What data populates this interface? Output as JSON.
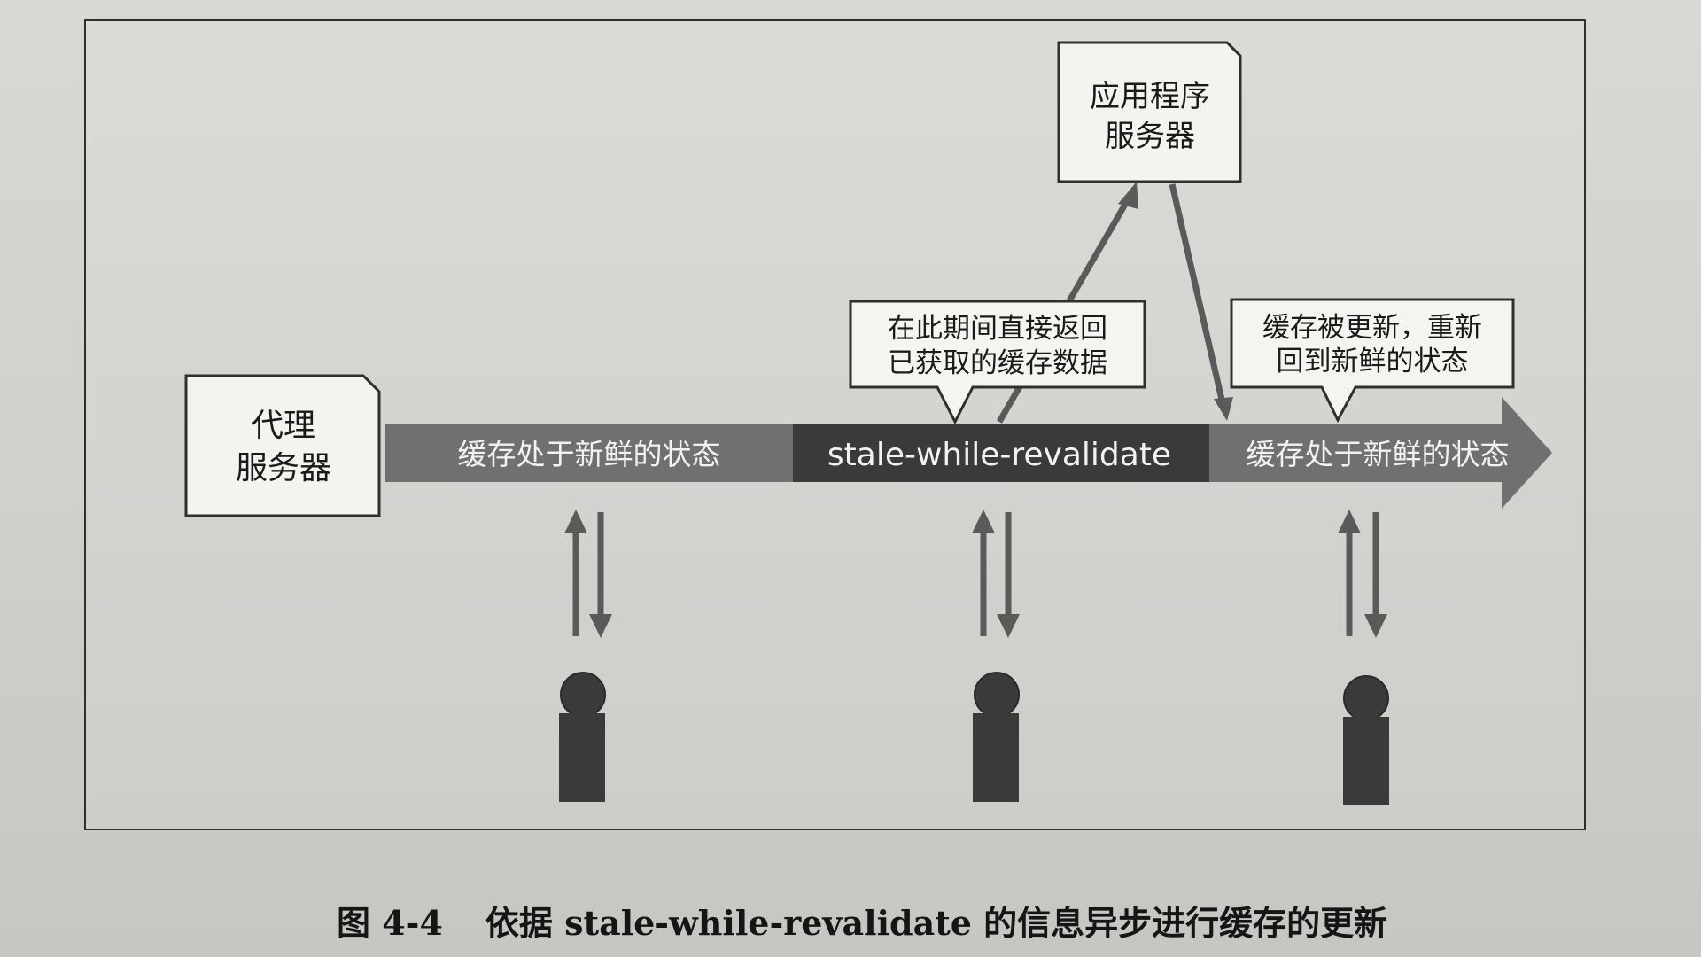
{
  "diagram": {
    "proxy_label_line1": "代理",
    "proxy_label_line2": "服务器",
    "app_label_line1": "应用程序",
    "app_label_line2": "服务器",
    "segment1_label": "缓存处于新鲜的状态",
    "segment2_label": "stale-while-revalidate",
    "segment3_label": "缓存处于新鲜的状态",
    "callout1_line1": "在此期间直接返回",
    "callout1_line2": "已获取的缓存数据",
    "callout2_line1": "缓存被更新，重新",
    "callout2_line2": "回到新鲜的状态",
    "colors": {
      "bar_light": "#707070",
      "bar_dark": "#3a3a3a",
      "figure_dark": "#3a3a3a",
      "text_dark": "#151515"
    }
  },
  "caption": {
    "number": "图 4-4",
    "text": "依据 stale-while-revalidate 的信息异步进行缓存的更新"
  }
}
